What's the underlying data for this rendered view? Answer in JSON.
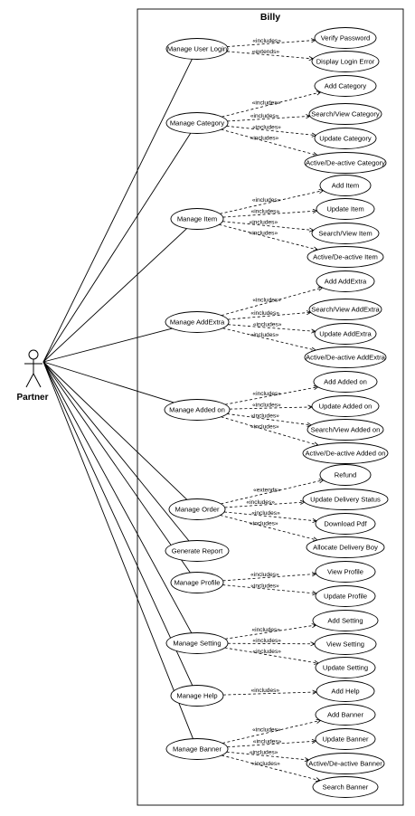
{
  "system": {
    "name": "Billy"
  },
  "actor": {
    "name": "Partner"
  },
  "modules": [
    {
      "id": "login",
      "label": "Manage User Login",
      "children": [
        {
          "label": "Verify Password",
          "rel": "«includes»"
        },
        {
          "label": "Display Login Error",
          "rel": "«extends»"
        }
      ]
    },
    {
      "id": "category",
      "label": "Manage Category",
      "children": [
        {
          "label": "Add Category",
          "rel": "«includes»"
        },
        {
          "label": "Search/View Category",
          "rel": "«includes»"
        },
        {
          "label": "Update Category",
          "rel": "«includes»"
        },
        {
          "label": "Active/De-active Category",
          "rel": "«includes»"
        }
      ]
    },
    {
      "id": "item",
      "label": "Manage Item",
      "children": [
        {
          "label": "Add Item",
          "rel": "«includes»"
        },
        {
          "label": "Update Item",
          "rel": "«includes»"
        },
        {
          "label": "Search/View Item",
          "rel": "«includes»"
        },
        {
          "label": "Active/De-active Item",
          "rel": "«includes»"
        }
      ]
    },
    {
      "id": "addextra",
      "label": "Manage AddExtra",
      "children": [
        {
          "label": "Add AddExtra",
          "rel": "«includes»"
        },
        {
          "label": "Search/View AddExtra",
          "rel": "«includes»"
        },
        {
          "label": "Update AddExtra",
          "rel": "«includes»"
        },
        {
          "label": "Active/De-active AddExtra",
          "rel": "«includes»"
        }
      ]
    },
    {
      "id": "addedon",
      "label": "Manage Added on",
      "children": [
        {
          "label": "Add Added on",
          "rel": "«includes»"
        },
        {
          "label": "Update Added on",
          "rel": "«includes»"
        },
        {
          "label": "Search/View Added on",
          "rel": "«includes»"
        },
        {
          "label": "Active/De-active Added on",
          "rel": "«includes»"
        }
      ]
    },
    {
      "id": "order",
      "label": "Manage Order",
      "children": [
        {
          "label": "Refund",
          "rel": "«extends»"
        },
        {
          "label": "Update Delivery Status",
          "rel": "«includes»"
        },
        {
          "label": "Download Pdf",
          "rel": "«includes»"
        },
        {
          "label": "Allocate Delivery Boy",
          "rel": "«includes»"
        }
      ]
    },
    {
      "id": "report",
      "label": "Generate Report",
      "children": []
    },
    {
      "id": "profile",
      "label": "Manage Profile",
      "children": [
        {
          "label": "View Profile",
          "rel": "«includes»"
        },
        {
          "label": "Update Profile",
          "rel": "«includes»"
        }
      ]
    },
    {
      "id": "setting",
      "label": "Manage Setting",
      "children": [
        {
          "label": "Add Setting",
          "rel": "«includes»"
        },
        {
          "label": "View Setting",
          "rel": "«includes»"
        },
        {
          "label": "Update Setting",
          "rel": "«includes»"
        }
      ]
    },
    {
      "id": "help",
      "label": "Manage Help",
      "children": [
        {
          "label": "Add Help",
          "rel": "«includes»"
        }
      ]
    },
    {
      "id": "banner",
      "label": "Manage Banner",
      "children": [
        {
          "label": "Add Banner",
          "rel": "«includes»"
        },
        {
          "label": "Update Banner",
          "rel": "«includes»"
        },
        {
          "label": "Active/De-active Banner",
          "rel": "«includes»"
        },
        {
          "label": "Search Banner",
          "rel": "«includes»"
        }
      ]
    }
  ]
}
